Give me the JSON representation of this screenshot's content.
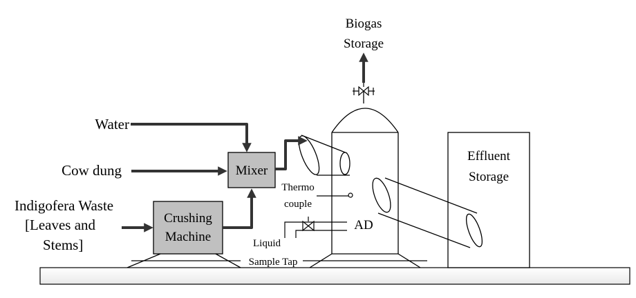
{
  "labels": {
    "biogas_storage": [
      "Biogas",
      "Storage"
    ],
    "water": "Water",
    "cow_dung": "Cow dung",
    "indigofera_waste": [
      "Indigofera Waste",
      "[Leaves and",
      "Stems]"
    ],
    "mixer": "Mixer",
    "crushing_machine": [
      "Crushing",
      "Machine"
    ],
    "thermocouple": [
      "Thermo",
      "couple"
    ],
    "ad": "AD",
    "liquid_sample_tap": [
      "Liquid",
      "Sample Tap"
    ],
    "effluent_storage": [
      "Effluent",
      "Storage"
    ]
  },
  "colors": {
    "box_fill": "#c0c0c0",
    "floor_fill": "#f2f2f2",
    "line": "#000000",
    "flow_arrow": "#333333"
  }
}
